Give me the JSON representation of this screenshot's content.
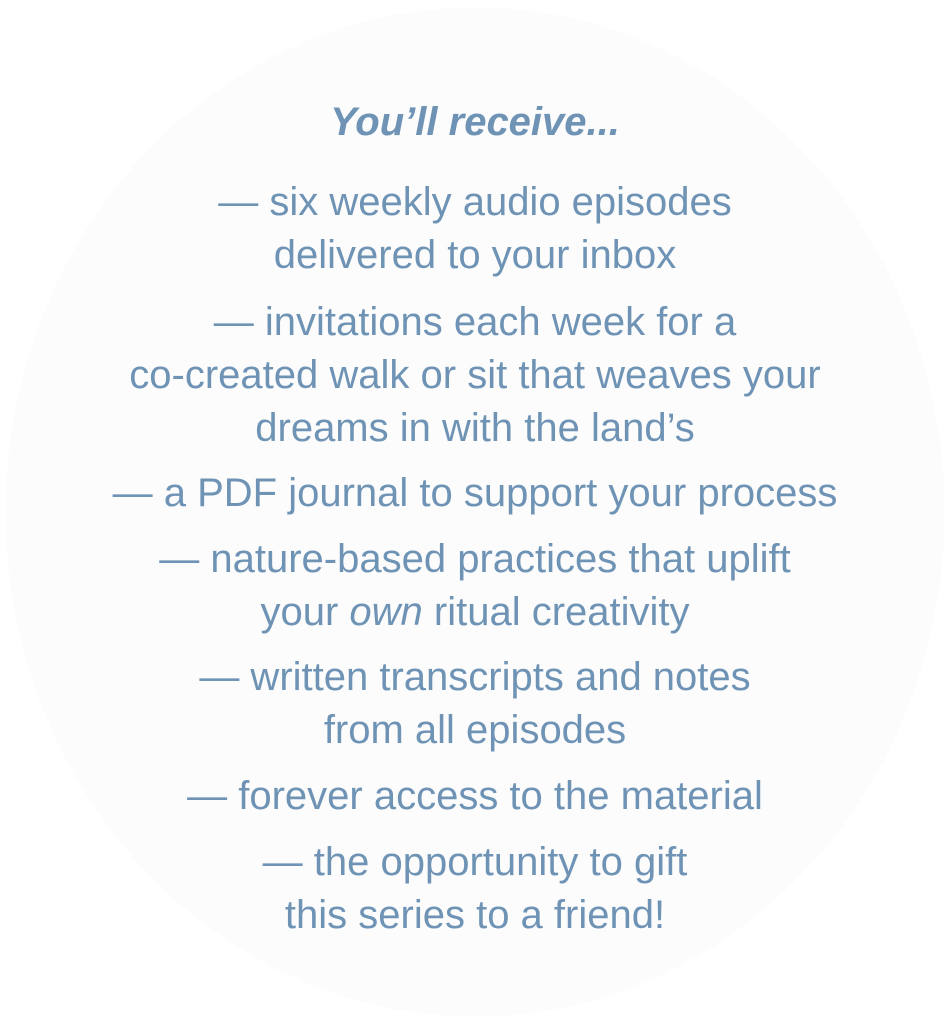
{
  "heading": "You’ll receive...",
  "items": [
    {
      "lines": [
        "— six weekly audio episodes",
        "delivered to your inbox"
      ]
    },
    {
      "lines": [
        "— invitations each week for a",
        "co-created walk or sit that weaves your",
        "dreams in with the land’s"
      ]
    },
    {
      "lines": [
        "— a PDF journal to support your process"
      ]
    },
    {
      "lines_parts": {
        "line1": "— nature-based practices that uplift",
        "line2_pre": "your ",
        "line2_em": "own",
        "line2_post": " ritual creativity"
      }
    },
    {
      "lines": [
        "— written transcripts and notes",
        "from all episodes"
      ]
    },
    {
      "lines": [
        "— forever access to the material"
      ]
    },
    {
      "lines": [
        "— the opportunity to gift",
        "this series to a friend!"
      ]
    }
  ],
  "colors": {
    "text": "#6e93b5",
    "circle": "#fcfcfc",
    "background": "#ffffff"
  }
}
